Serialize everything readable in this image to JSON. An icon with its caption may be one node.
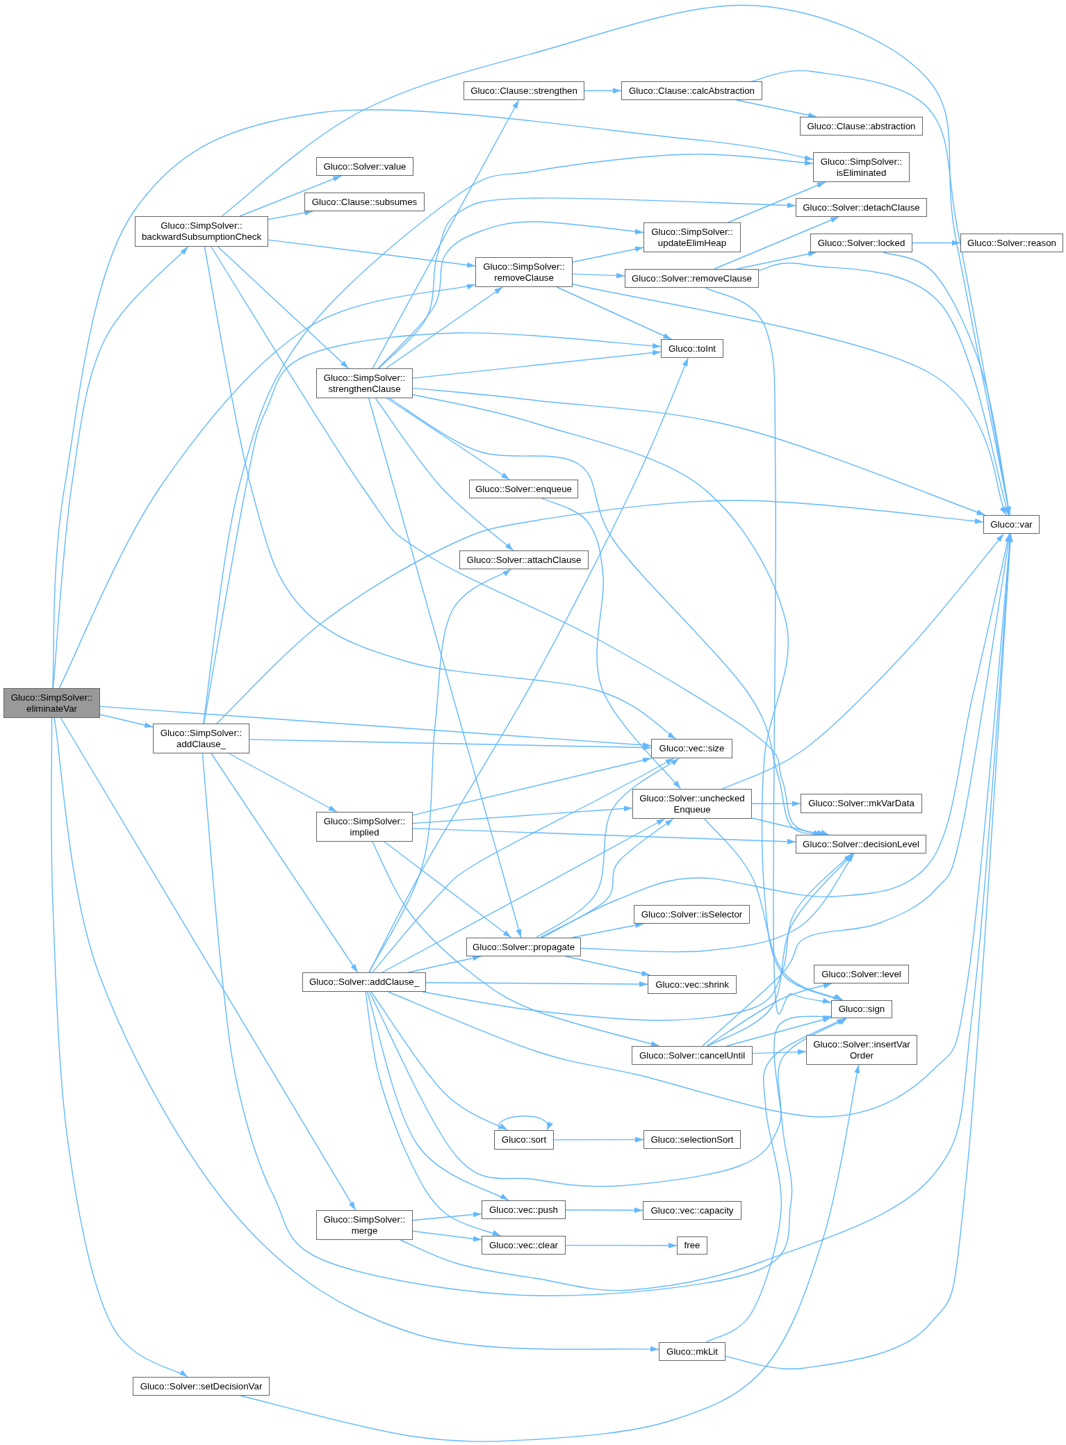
{
  "diagram": {
    "nodes": [
      {
        "text": [
          "Gluco::SimpSolver:: eliminateVar"
        ]
      },
      {
        "text": [
          "Gluco::SimpSolver:: backwardSubsumptionCheck"
        ]
      },
      {
        "text": [
          "Gluco::Clause::strengthen"
        ]
      },
      {
        "text": [
          "Gluco::Clause::calcAbstraction"
        ]
      },
      {
        "text": [
          "Gluco::Clause::abstraction"
        ]
      },
      {
        "text": [
          "Gluco::Solver::value"
        ]
      },
      {
        "text": [
          "Gluco::Clause::subsumes"
        ]
      },
      {
        "text": [
          "Gluco::SimpSolver:: isEliminated"
        ]
      },
      {
        "text": [
          "Gluco::Solver::detachClause"
        ]
      },
      {
        "text": [
          "Gluco::SimpSolver:: updateElimHeap"
        ]
      },
      {
        "text": [
          "Gluco::Solver::locked"
        ]
      },
      {
        "text": [
          "Gluco::Solver::reason"
        ]
      },
      {
        "text": [
          "Gluco::SimpSolver:: removeClause"
        ]
      },
      {
        "text": [
          "Gluco::Solver::removeClause"
        ]
      },
      {
        "text": [
          "Gluco::toInt"
        ]
      },
      {
        "text": [
          "Gluco::SimpSolver:: strengthenClause"
        ]
      },
      {
        "text": [
          "Gluco::Solver::enqueue"
        ]
      },
      {
        "text": [
          "Gluco::var"
        ]
      },
      {
        "text": [
          "Gluco::Solver::attachClause"
        ]
      },
      {
        "text": [
          "Gluco::SimpSolver:: addClause_"
        ]
      },
      {
        "text": [
          "Gluco::vec::size"
        ]
      },
      {
        "text": [
          "Gluco::Solver::unchecked Enqueue"
        ]
      },
      {
        "text": [
          "Gluco::Solver::mkVarData"
        ]
      },
      {
        "text": [
          "Gluco::SimpSolver:: implied"
        ]
      },
      {
        "text": [
          "Gluco::Solver::decisionLevel"
        ]
      },
      {
        "text": [
          "Gluco::Solver::isSelector"
        ]
      },
      {
        "text": [
          "Gluco::Solver::propagate"
        ]
      },
      {
        "text": [
          "Gluco::Solver::addClause_"
        ]
      },
      {
        "text": [
          "Gluco::vec::shrink"
        ]
      },
      {
        "text": [
          "Gluco::Solver::level"
        ]
      },
      {
        "text": [
          "Gluco::sign"
        ]
      },
      {
        "text": [
          "Gluco::Solver::insertVar Order"
        ]
      },
      {
        "text": [
          "Gluco::Solver::cancelUntil"
        ]
      },
      {
        "text": [
          "Gluco::sort"
        ]
      },
      {
        "text": [
          "Gluco::selectionSort"
        ]
      },
      {
        "text": [
          "Gluco::vec::push"
        ]
      },
      {
        "text": [
          "Gluco::vec::capacity"
        ]
      },
      {
        "text": [
          "Gluco::SimpSolver:: merge"
        ]
      },
      {
        "text": [
          "Gluco::vec::clear"
        ]
      },
      {
        "text": [
          "free"
        ]
      },
      {
        "text": [
          "Gluco::mkLit"
        ]
      },
      {
        "text": [
          "Gluco::Solver::setDecisionVar"
        ]
      }
    ],
    "edges": [
      {
        "from": 0,
        "to": 1,
        "arrow": "to"
      },
      {
        "from": 0,
        "to": 7,
        "arrow": "to"
      },
      {
        "from": 0,
        "to": 12,
        "arrow": "to"
      },
      {
        "from": 0,
        "to": 19,
        "arrow": "to"
      },
      {
        "from": 0,
        "to": 20,
        "arrow": "to"
      },
      {
        "from": 0,
        "to": 37,
        "arrow": "to"
      },
      {
        "from": 0,
        "to": 40,
        "arrow": "to"
      },
      {
        "from": 0,
        "to": 41,
        "arrow": "to"
      },
      {
        "from": 1,
        "to": 5,
        "arrow": "to"
      },
      {
        "from": 1,
        "to": 6,
        "arrow": "to"
      },
      {
        "from": 1,
        "to": 12,
        "arrow": "to"
      },
      {
        "from": 1,
        "to": 15,
        "arrow": "to"
      },
      {
        "from": 1,
        "to": 20,
        "arrow": "to"
      },
      {
        "from": 1,
        "to": 24,
        "arrow": "to"
      },
      {
        "from": 1,
        "to": 17,
        "arrow": "to"
      },
      {
        "from": 2,
        "to": 3,
        "arrow": "to"
      },
      {
        "from": 3,
        "to": 4,
        "arrow": "to"
      },
      {
        "from": 3,
        "to": 17,
        "arrow": "to"
      },
      {
        "from": 9,
        "to": 7,
        "arrow": "to"
      },
      {
        "from": 10,
        "to": 11,
        "arrow": "to"
      },
      {
        "from": 10,
        "to": 17,
        "arrow": "to"
      },
      {
        "from": 12,
        "to": 9,
        "arrow": "to"
      },
      {
        "from": 12,
        "to": 13,
        "arrow": "to"
      },
      {
        "from": 12,
        "to": 14,
        "arrow": "to"
      },
      {
        "from": 12,
        "to": 17,
        "arrow": "to"
      },
      {
        "from": 13,
        "to": 8,
        "arrow": "to"
      },
      {
        "from": 13,
        "to": 10,
        "arrow": "to"
      },
      {
        "from": 13,
        "to": 17,
        "arrow": "to"
      },
      {
        "from": 13,
        "to": 30,
        "arrow": "to"
      },
      {
        "from": 15,
        "to": 2,
        "arrow": "to"
      },
      {
        "from": 15,
        "to": 12,
        "arrow": "to"
      },
      {
        "from": 15,
        "to": 9,
        "arrow": "to"
      },
      {
        "from": 15,
        "to": 8,
        "arrow": "to"
      },
      {
        "from": 15,
        "to": 14,
        "arrow": "to"
      },
      {
        "from": 15,
        "to": 17,
        "arrow": "to"
      },
      {
        "from": 15,
        "to": 24,
        "arrow": "to"
      },
      {
        "from": 15,
        "to": 30,
        "arrow": "to"
      },
      {
        "from": 15,
        "to": 16,
        "arrow": "to"
      },
      {
        "from": 15,
        "to": 18,
        "arrow": "to"
      },
      {
        "from": 15,
        "to": 26,
        "arrow": "to"
      },
      {
        "from": 16,
        "to": 21,
        "arrow": "to"
      },
      {
        "from": 19,
        "to": 7,
        "arrow": "to"
      },
      {
        "from": 19,
        "to": 14,
        "arrow": "to"
      },
      {
        "from": 19,
        "to": 17,
        "arrow": "to"
      },
      {
        "from": 19,
        "to": 20,
        "arrow": "to"
      },
      {
        "from": 19,
        "to": 23,
        "arrow": "to"
      },
      {
        "from": 19,
        "to": 27,
        "arrow": "to"
      },
      {
        "from": 19,
        "to": 30,
        "arrow": "to"
      },
      {
        "from": 21,
        "to": 22,
        "arrow": "to"
      },
      {
        "from": 21,
        "to": 24,
        "arrow": "to"
      },
      {
        "from": 21,
        "to": 17,
        "arrow": "to"
      },
      {
        "from": 21,
        "to": 30,
        "arrow": "to"
      },
      {
        "from": 23,
        "to": 20,
        "arrow": "to"
      },
      {
        "from": 23,
        "to": 21,
        "arrow": "to"
      },
      {
        "from": 23,
        "to": 24,
        "arrow": "to"
      },
      {
        "from": 23,
        "to": 26,
        "arrow": "to"
      },
      {
        "from": 23,
        "to": 32,
        "arrow": "to"
      },
      {
        "from": 26,
        "to": 20,
        "arrow": "to"
      },
      {
        "from": 26,
        "to": 21,
        "arrow": "to"
      },
      {
        "from": 26,
        "to": 24,
        "arrow": "to"
      },
      {
        "from": 26,
        "to": 25,
        "arrow": "to"
      },
      {
        "from": 26,
        "to": 28,
        "arrow": "to"
      },
      {
        "from": 26,
        "to": 17,
        "arrow": "to"
      },
      {
        "from": 27,
        "to": 14,
        "arrow": "to"
      },
      {
        "from": 27,
        "to": 18,
        "arrow": "to"
      },
      {
        "from": 27,
        "to": 20,
        "arrow": "to"
      },
      {
        "from": 27,
        "to": 21,
        "arrow": "to"
      },
      {
        "from": 27,
        "to": 26,
        "arrow": "to"
      },
      {
        "from": 27,
        "to": 28,
        "arrow": "to"
      },
      {
        "from": 27,
        "to": 24,
        "arrow": "to"
      },
      {
        "from": 27,
        "to": 17,
        "arrow": "to"
      },
      {
        "from": 27,
        "to": 33,
        "arrow": "to"
      },
      {
        "from": 27,
        "to": 30,
        "arrow": "to"
      },
      {
        "from": 27,
        "to": 35,
        "arrow": "to"
      },
      {
        "from": 27,
        "to": 38,
        "arrow": "to"
      },
      {
        "from": 32,
        "to": 29,
        "arrow": "to"
      },
      {
        "from": 32,
        "to": 30,
        "arrow": "to"
      },
      {
        "from": 32,
        "to": 31,
        "arrow": "to"
      },
      {
        "from": 32,
        "to": 24,
        "arrow": "to"
      },
      {
        "from": 32,
        "to": 17,
        "arrow": "to"
      },
      {
        "from": 33,
        "to": 33,
        "arrow": "to"
      },
      {
        "from": 33,
        "to": 34,
        "arrow": "to"
      },
      {
        "from": 35,
        "to": 36,
        "arrow": "to"
      },
      {
        "from": 37,
        "to": 35,
        "arrow": "to"
      },
      {
        "from": 37,
        "to": 38,
        "arrow": "to"
      },
      {
        "from": 37,
        "to": 17,
        "arrow": "to"
      },
      {
        "from": 38,
        "to": 39,
        "arrow": "to"
      },
      {
        "from": 40,
        "to": 30,
        "arrow": "to"
      },
      {
        "from": 40,
        "to": 17,
        "arrow": "to"
      },
      {
        "from": 41,
        "to": 31,
        "arrow": "to"
      }
    ]
  }
}
